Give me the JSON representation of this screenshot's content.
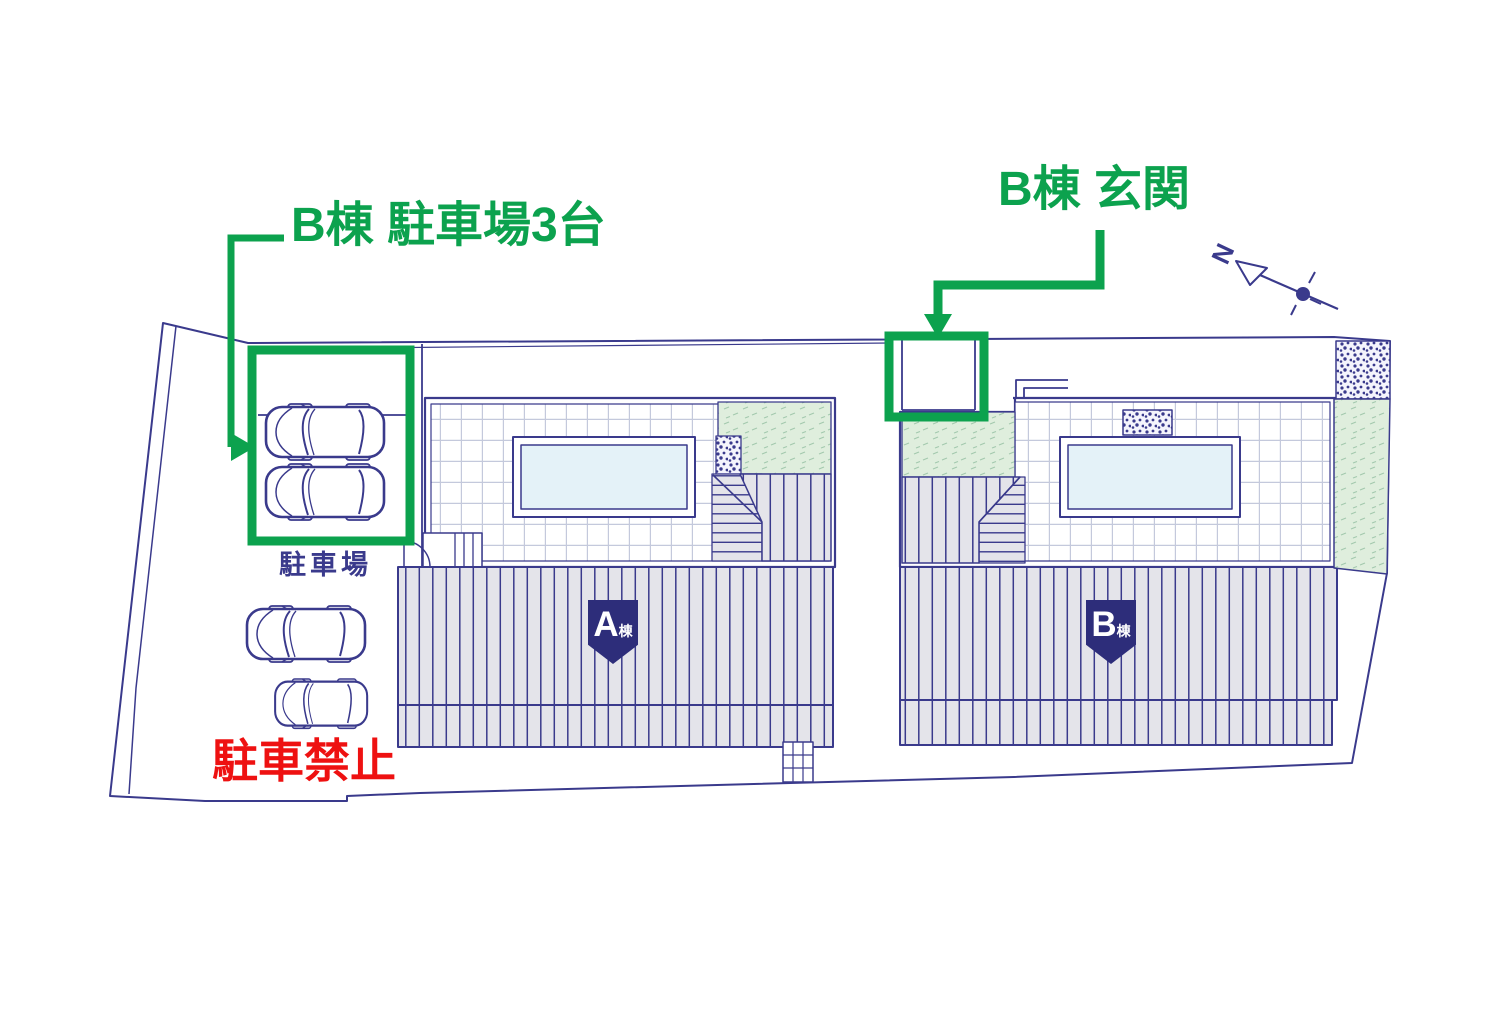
{
  "plan_type": "residential site plan",
  "labels": {
    "b_parking": "B棟 駐車場3台",
    "b_entrance": "B棟 玄関",
    "no_parking": "駐車禁止",
    "parking_area": "駐車場"
  },
  "buildings": [
    {
      "name": "A棟",
      "badge_main": "A",
      "badge_suffix": "棟"
    },
    {
      "name": "B棟",
      "badge_main": "B",
      "badge_suffix": "棟"
    }
  ],
  "compass": {
    "north_label": "N"
  },
  "parking": {
    "highlighted_spaces": 3,
    "cars_shown": 4
  },
  "colors": {
    "annotation_green": "#0ca24e",
    "annotation_red": "#ee1111",
    "plan_line_navy": "#3a3a8c",
    "badge_navy": "#2d2d7a",
    "garden_green": "#dfeedd",
    "glass_blue": "#e4f2f8",
    "roof_gray": "#e4e4ea"
  }
}
